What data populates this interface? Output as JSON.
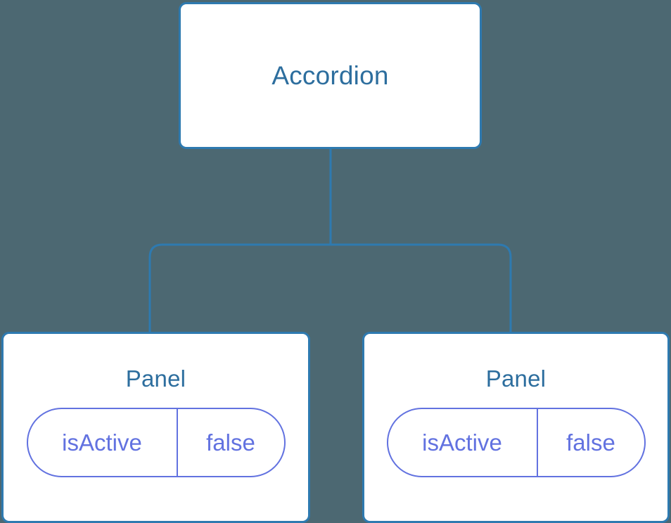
{
  "diagram": {
    "type": "component-tree",
    "background_color": "#4c6872",
    "node_border_color": "#2e7ab0",
    "node_fill_color": "#ffffff",
    "node_text_color": "#2d6e9e",
    "state_color": "#6272e0",
    "edge_color": "#2e7ab0",
    "root": {
      "label": "Accordion"
    },
    "children": [
      {
        "label": "Panel",
        "state": {
          "key": "isActive",
          "value": "false"
        }
      },
      {
        "label": "Panel",
        "state": {
          "key": "isActive",
          "value": "false"
        }
      }
    ]
  }
}
